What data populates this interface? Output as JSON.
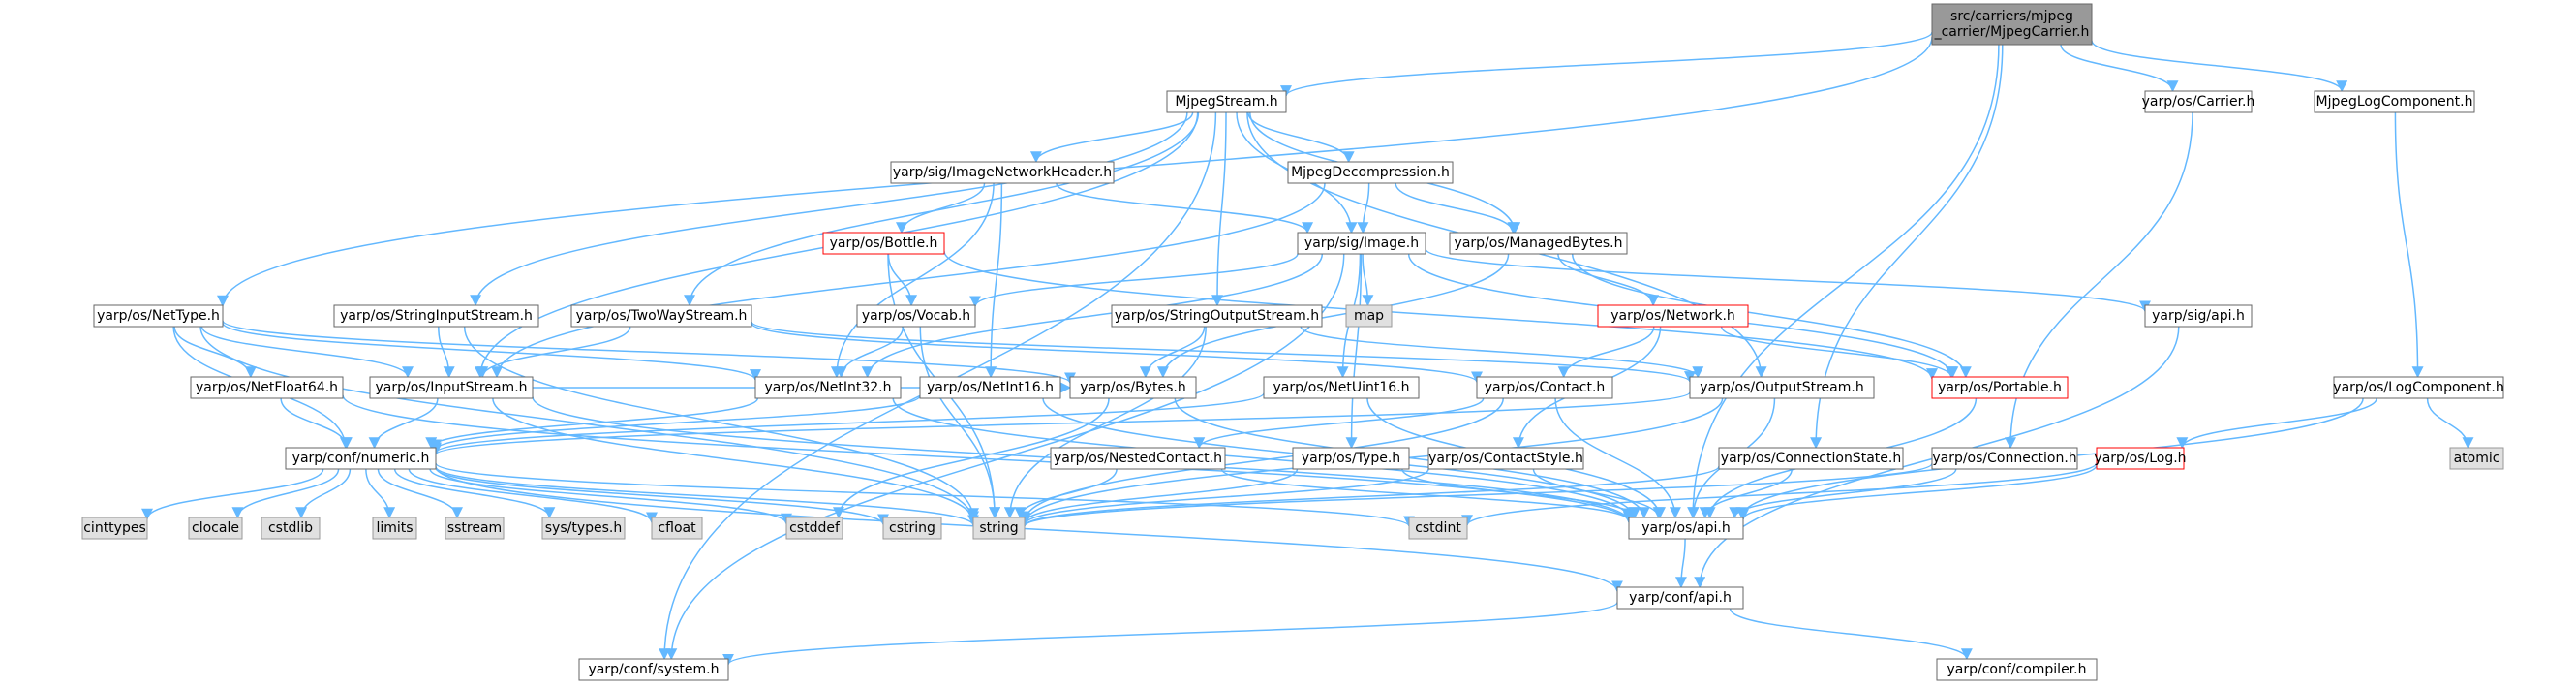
{
  "graph": {
    "colors": {
      "edge": "#63b8ff",
      "node_fill": "#ffffff",
      "node_border": "#666666",
      "root_fill": "#999999",
      "root_border": "#666666",
      "truncated_border": "#ff0000",
      "system_fill": "#e0e0e0",
      "system_border": "#999999"
    },
    "nodes": [
      {
        "id": "root",
        "lines": [
          "src/carriers/mjpeg",
          "_carrier/MjpegCarrier.h"
        ],
        "style": "root"
      },
      {
        "id": "mjpegstream",
        "lines": [
          "MjpegStream.h"
        ],
        "style": "normal"
      },
      {
        "id": "carrier",
        "lines": [
          "yarp/os/Carrier.h"
        ],
        "style": "normal"
      },
      {
        "id": "mjpeglogcomponent",
        "lines": [
          "MjpegLogComponent.h"
        ],
        "style": "normal"
      },
      {
        "id": "imagenetworkheader",
        "lines": [
          "yarp/sig/ImageNetworkHeader.h"
        ],
        "style": "normal"
      },
      {
        "id": "mjpegdecompression",
        "lines": [
          "MjpegDecompression.h"
        ],
        "style": "normal"
      },
      {
        "id": "bottle",
        "lines": [
          "yarp/os/Bottle.h"
        ],
        "style": "truncated"
      },
      {
        "id": "image",
        "lines": [
          "yarp/sig/Image.h"
        ],
        "style": "normal"
      },
      {
        "id": "managedbytes",
        "lines": [
          "yarp/os/ManagedBytes.h"
        ],
        "style": "normal"
      },
      {
        "id": "nettype",
        "lines": [
          "yarp/os/NetType.h"
        ],
        "style": "normal"
      },
      {
        "id": "stringinputstream",
        "lines": [
          "yarp/os/StringInputStream.h"
        ],
        "style": "normal"
      },
      {
        "id": "twowaystream",
        "lines": [
          "yarp/os/TwoWayStream.h"
        ],
        "style": "normal"
      },
      {
        "id": "vocab",
        "lines": [
          "yarp/os/Vocab.h"
        ],
        "style": "normal"
      },
      {
        "id": "map",
        "lines": [
          "map"
        ],
        "style": "system"
      },
      {
        "id": "stringoutputstream",
        "lines": [
          "yarp/os/StringOutputStream.h"
        ],
        "style": "normal"
      },
      {
        "id": "network",
        "lines": [
          "yarp/os/Network.h"
        ],
        "style": "truncated"
      },
      {
        "id": "sigapi",
        "lines": [
          "yarp/sig/api.h"
        ],
        "style": "normal"
      },
      {
        "id": "netfloat64",
        "lines": [
          "yarp/os/NetFloat64.h"
        ],
        "style": "normal"
      },
      {
        "id": "inputstream",
        "lines": [
          "yarp/os/InputStream.h"
        ],
        "style": "normal"
      },
      {
        "id": "netint32",
        "lines": [
          "yarp/os/NetInt32.h"
        ],
        "style": "normal"
      },
      {
        "id": "netint16",
        "lines": [
          "yarp/os/NetInt16.h"
        ],
        "style": "normal"
      },
      {
        "id": "bytes",
        "lines": [
          "yarp/os/Bytes.h"
        ],
        "style": "normal"
      },
      {
        "id": "netuint16",
        "lines": [
          "yarp/os/NetUint16.h"
        ],
        "style": "normal"
      },
      {
        "id": "contact",
        "lines": [
          "yarp/os/Contact.h"
        ],
        "style": "normal"
      },
      {
        "id": "outputstream",
        "lines": [
          "yarp/os/OutputStream.h"
        ],
        "style": "normal"
      },
      {
        "id": "portable",
        "lines": [
          "yarp/os/Portable.h"
        ],
        "style": "truncated"
      },
      {
        "id": "logcomponent",
        "lines": [
          "yarp/os/LogComponent.h"
        ],
        "style": "normal"
      },
      {
        "id": "numeric",
        "lines": [
          "yarp/conf/numeric.h"
        ],
        "style": "normal"
      },
      {
        "id": "nestedcontact",
        "lines": [
          "yarp/os/NestedContact.h"
        ],
        "style": "normal"
      },
      {
        "id": "type",
        "lines": [
          "yarp/os/Type.h"
        ],
        "style": "normal"
      },
      {
        "id": "contactstyle",
        "lines": [
          "yarp/os/ContactStyle.h"
        ],
        "style": "normal"
      },
      {
        "id": "connectionstate",
        "lines": [
          "yarp/os/ConnectionState.h"
        ],
        "style": "normal"
      },
      {
        "id": "connection",
        "lines": [
          "yarp/os/Connection.h"
        ],
        "style": "normal"
      },
      {
        "id": "log",
        "lines": [
          "yarp/os/Log.h"
        ],
        "style": "truncated"
      },
      {
        "id": "atomic",
        "lines": [
          "atomic"
        ],
        "style": "system"
      },
      {
        "id": "cinttypes",
        "lines": [
          "cinttypes"
        ],
        "style": "system"
      },
      {
        "id": "clocale",
        "lines": [
          "clocale"
        ],
        "style": "system"
      },
      {
        "id": "cstdlib",
        "lines": [
          "cstdlib"
        ],
        "style": "system"
      },
      {
        "id": "limits",
        "lines": [
          "limits"
        ],
        "style": "system"
      },
      {
        "id": "sstream",
        "lines": [
          "sstream"
        ],
        "style": "system"
      },
      {
        "id": "systypes",
        "lines": [
          "sys/types.h"
        ],
        "style": "system"
      },
      {
        "id": "cfloat",
        "lines": [
          "cfloat"
        ],
        "style": "system"
      },
      {
        "id": "cstddef",
        "lines": [
          "cstddef"
        ],
        "style": "system"
      },
      {
        "id": "cstring",
        "lines": [
          "cstring"
        ],
        "style": "system"
      },
      {
        "id": "string",
        "lines": [
          "string"
        ],
        "style": "system"
      },
      {
        "id": "cstdint",
        "lines": [
          "cstdint"
        ],
        "style": "system"
      },
      {
        "id": "osapi",
        "lines": [
          "yarp/os/api.h"
        ],
        "style": "normal"
      },
      {
        "id": "confapi",
        "lines": [
          "yarp/conf/api.h"
        ],
        "style": "normal"
      },
      {
        "id": "system",
        "lines": [
          "yarp/conf/system.h"
        ],
        "style": "normal"
      },
      {
        "id": "compiler",
        "lines": [
          "yarp/conf/compiler.h"
        ],
        "style": "normal"
      }
    ],
    "edges": [
      [
        "root",
        "mjpegstream"
      ],
      [
        "root",
        "carrier"
      ],
      [
        "root",
        "mjpeglogcomponent"
      ],
      [
        "root",
        "nettype"
      ],
      [
        "root",
        "osapi"
      ],
      [
        "root",
        "connectionstate"
      ],
      [
        "mjpegstream",
        "imagenetworkheader"
      ],
      [
        "mjpegstream",
        "mjpegdecompression"
      ],
      [
        "mjpegstream",
        "image"
      ],
      [
        "mjpegstream",
        "managedbytes"
      ],
      [
        "mjpegstream",
        "stringinputstream"
      ],
      [
        "mjpegstream",
        "twowaystream"
      ],
      [
        "mjpegstream",
        "stringoutputstream"
      ],
      [
        "mjpegstream",
        "outputstream"
      ],
      [
        "mjpegstream",
        "inputstream"
      ],
      [
        "mjpegstream",
        "system"
      ],
      [
        "imagenetworkheader",
        "bottle"
      ],
      [
        "imagenetworkheader",
        "image"
      ],
      [
        "imagenetworkheader",
        "netint32"
      ],
      [
        "imagenetworkheader",
        "netint16"
      ],
      [
        "mjpegdecompression",
        "image"
      ],
      [
        "mjpegdecompression",
        "managedbytes"
      ],
      [
        "mjpegdecompression",
        "inputstream"
      ],
      [
        "bottle",
        "vocab"
      ],
      [
        "bottle",
        "portable"
      ],
      [
        "bottle",
        "string"
      ],
      [
        "image",
        "vocab"
      ],
      [
        "image",
        "map"
      ],
      [
        "image",
        "portable"
      ],
      [
        "image",
        "sigapi"
      ],
      [
        "image",
        "netint32"
      ],
      [
        "image",
        "netuint16"
      ],
      [
        "image",
        "type"
      ],
      [
        "image",
        "system"
      ],
      [
        "managedbytes",
        "bytes"
      ],
      [
        "managedbytes",
        "portable"
      ],
      [
        "managedbytes",
        "network"
      ],
      [
        "network",
        "contact"
      ],
      [
        "network",
        "portable"
      ],
      [
        "network",
        "contactstyle"
      ],
      [
        "vocab",
        "netint32"
      ],
      [
        "vocab",
        "string"
      ],
      [
        "stringoutputstream",
        "bytes"
      ],
      [
        "stringoutputstream",
        "outputstream"
      ],
      [
        "stringoutputstream",
        "string"
      ],
      [
        "stringinputstream",
        "inputstream"
      ],
      [
        "stringinputstream",
        "string"
      ],
      [
        "twowaystream",
        "inputstream"
      ],
      [
        "twowaystream",
        "outputstream"
      ],
      [
        "twowaystream",
        "contact"
      ],
      [
        "nettype",
        "netfloat64"
      ],
      [
        "nettype",
        "inputstream"
      ],
      [
        "nettype",
        "netint32"
      ],
      [
        "nettype",
        "bytes"
      ],
      [
        "nettype",
        "numeric"
      ],
      [
        "nettype",
        "string"
      ],
      [
        "netfloat64",
        "numeric"
      ],
      [
        "netfloat64",
        "osapi"
      ],
      [
        "inputstream",
        "numeric"
      ],
      [
        "inputstream",
        "bytes"
      ],
      [
        "inputstream",
        "osapi"
      ],
      [
        "inputstream",
        "string"
      ],
      [
        "netint32",
        "numeric"
      ],
      [
        "netint32",
        "osapi"
      ],
      [
        "netint16",
        "numeric"
      ],
      [
        "netint16",
        "osapi"
      ],
      [
        "netuint16",
        "numeric"
      ],
      [
        "netuint16",
        "osapi"
      ],
      [
        "bytes",
        "cstddef"
      ],
      [
        "bytes",
        "osapi"
      ],
      [
        "contact",
        "nestedcontact"
      ],
      [
        "contact",
        "osapi"
      ],
      [
        "contact",
        "string"
      ],
      [
        "outputstream",
        "numeric"
      ],
      [
        "outputstream",
        "osapi"
      ],
      [
        "outputstream",
        "string"
      ],
      [
        "portable",
        "osapi"
      ],
      [
        "sigapi",
        "confapi"
      ],
      [
        "nestedcontact",
        "osapi"
      ],
      [
        "nestedcontact",
        "string"
      ],
      [
        "type",
        "osapi"
      ],
      [
        "type",
        "string"
      ],
      [
        "contactstyle",
        "osapi"
      ],
      [
        "contactstyle",
        "string"
      ],
      [
        "connectionstate",
        "osapi"
      ],
      [
        "connectionstate",
        "string"
      ],
      [
        "carrier",
        "connection"
      ],
      [
        "connection",
        "osapi"
      ],
      [
        "connection",
        "string"
      ],
      [
        "mjpeglogcomponent",
        "logcomponent"
      ],
      [
        "logcomponent",
        "log"
      ],
      [
        "logcomponent",
        "atomic"
      ],
      [
        "logcomponent",
        "osapi"
      ],
      [
        "log",
        "osapi"
      ],
      [
        "log",
        "cstdint"
      ],
      [
        "numeric",
        "cinttypes"
      ],
      [
        "numeric",
        "clocale"
      ],
      [
        "numeric",
        "cstdlib"
      ],
      [
        "numeric",
        "limits"
      ],
      [
        "numeric",
        "sstream"
      ],
      [
        "numeric",
        "systypes"
      ],
      [
        "numeric",
        "cfloat"
      ],
      [
        "numeric",
        "cstddef"
      ],
      [
        "numeric",
        "cstring"
      ],
      [
        "numeric",
        "string"
      ],
      [
        "numeric",
        "cstdint"
      ],
      [
        "numeric",
        "confapi"
      ],
      [
        "osapi",
        "confapi"
      ],
      [
        "confapi",
        "system"
      ],
      [
        "confapi",
        "compiler"
      ]
    ]
  }
}
